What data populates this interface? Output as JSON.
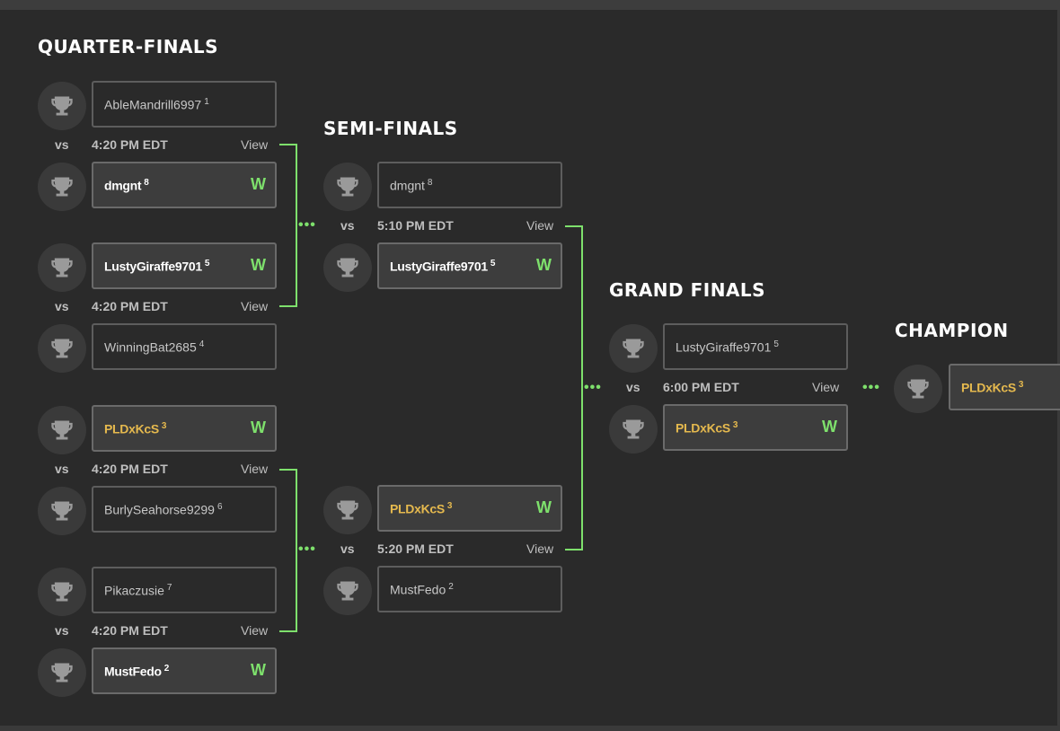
{
  "rounds": {
    "quarter": "QUARTER-FINALS",
    "semi": "SEMI-FINALS",
    "grand": "GRAND FINALS",
    "champion": "CHAMPION"
  },
  "common": {
    "vs": "vs",
    "view": "View",
    "win": "W"
  },
  "colors": {
    "accent": "#7ee06c",
    "highlight": "#e5b94e",
    "background": "#2a2a2a"
  },
  "matches": {
    "qf1": {
      "time": "4:20 PM EDT",
      "p1": {
        "name": "AbleMandrill6997",
        "seed": "1"
      },
      "p2": {
        "name": "dmgnt",
        "seed": "8",
        "winner": true
      }
    },
    "qf2": {
      "time": "4:20 PM EDT",
      "p1": {
        "name": "LustyGiraffe9701",
        "seed": "5",
        "winner": true
      },
      "p2": {
        "name": "WinningBat2685",
        "seed": "4"
      }
    },
    "qf3": {
      "time": "4:20 PM EDT",
      "p1": {
        "name": "PLDxKcS",
        "seed": "3",
        "winner": true
      },
      "p2": {
        "name": "BurlySeahorse9299",
        "seed": "6"
      }
    },
    "qf4": {
      "time": "4:20 PM EDT",
      "p1": {
        "name": "Pikaczusie",
        "seed": "7"
      },
      "p2": {
        "name": "MustFedo",
        "seed": "2",
        "winner": true
      }
    },
    "sf1": {
      "time": "5:10 PM EDT",
      "p1": {
        "name": "dmgnt",
        "seed": "8"
      },
      "p2": {
        "name": "LustyGiraffe9701",
        "seed": "5",
        "winner": true
      }
    },
    "sf2": {
      "time": "5:20 PM EDT",
      "p1": {
        "name": "PLDxKcS",
        "seed": "3",
        "winner": true
      },
      "p2": {
        "name": "MustFedo",
        "seed": "2"
      }
    },
    "gf": {
      "time": "6:00 PM EDT",
      "p1": {
        "name": "LustyGiraffe9701",
        "seed": "5"
      },
      "p2": {
        "name": "PLDxKcS",
        "seed": "3",
        "winner": true
      }
    }
  },
  "champion": {
    "name": "PLDxKcS",
    "seed": "3"
  }
}
